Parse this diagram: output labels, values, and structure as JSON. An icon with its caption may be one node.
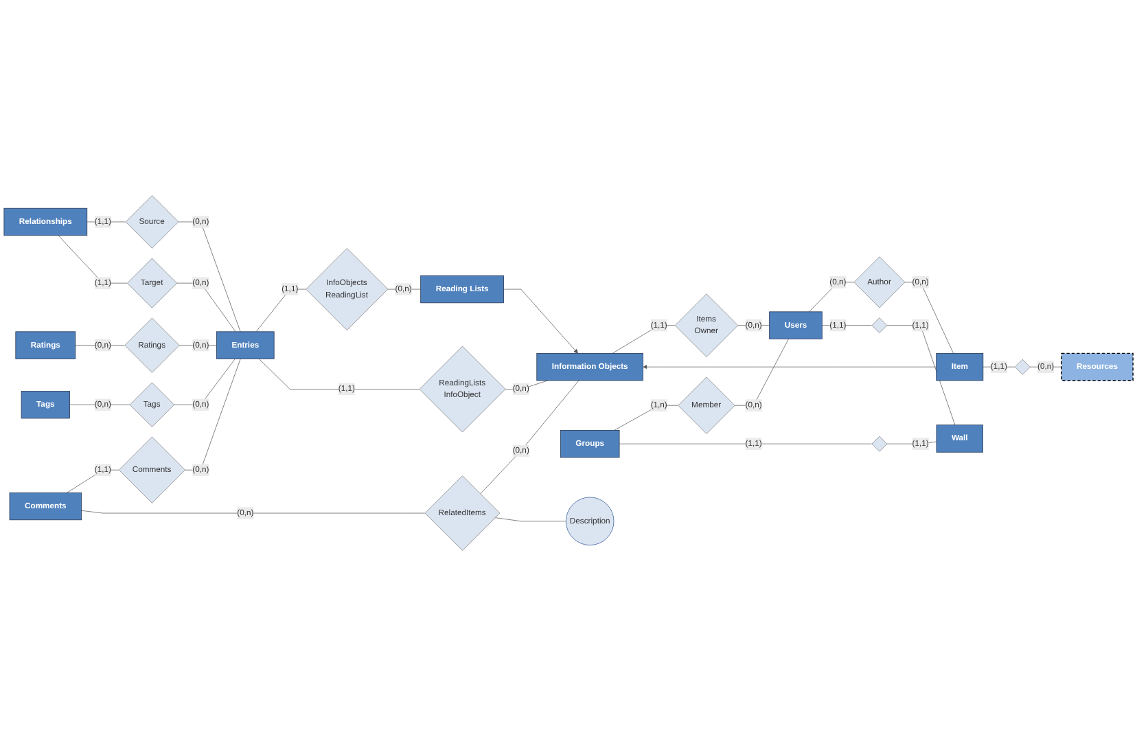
{
  "diagram": {
    "nodes": [
      {
        "text": [
          "Relationships"
        ]
      },
      {
        "text": [
          "Ratings"
        ]
      },
      {
        "text": [
          "Tags"
        ]
      },
      {
        "text": [
          "Comments"
        ]
      },
      {
        "text": [
          "Entries"
        ]
      },
      {
        "text": [
          "Reading Lists"
        ]
      },
      {
        "text": [
          "Information Objects"
        ]
      },
      {
        "text": [
          "Groups"
        ]
      },
      {
        "text": [
          "Users"
        ]
      },
      {
        "text": [
          "Item"
        ]
      },
      {
        "text": [
          "Resources"
        ]
      },
      {
        "text": [
          "Wall"
        ]
      },
      {
        "text": [
          "Source"
        ]
      },
      {
        "text": [
          "Target"
        ]
      },
      {
        "text": [
          "Ratings"
        ]
      },
      {
        "text": [
          "Tags"
        ]
      },
      {
        "text": [
          "Comments"
        ]
      },
      {
        "text": [
          "InfoObjects",
          "ReadingList"
        ]
      },
      {
        "text": [
          "ReadingLists",
          "InfoObject"
        ]
      },
      {
        "text": [
          "RelatedItems"
        ]
      },
      {
        "text": [
          "Description"
        ]
      },
      {
        "text": [
          "Items",
          "Owner"
        ]
      },
      {
        "text": [
          "Member"
        ]
      },
      {
        "text": [
          "Author"
        ]
      },
      {
        "text": [],
        "shape": "diamond"
      },
      {
        "text": [],
        "shape": "diamond"
      },
      {
        "text": [],
        "shape": "diamond"
      }
    ],
    "edges": [
      {
        "from": 0,
        "to": 12,
        "arrow": "none",
        "label": "(1,1)"
      },
      {
        "from": 12,
        "to": 4,
        "arrow": "none",
        "label": "(0,n)"
      },
      {
        "from": 0,
        "to": 13,
        "arrow": "none",
        "label": "(1,1)"
      },
      {
        "from": 13,
        "to": 4,
        "arrow": "none",
        "label": "(0,n)"
      },
      {
        "from": 1,
        "to": 14,
        "arrow": "none",
        "label": "(0,n)"
      },
      {
        "from": 14,
        "to": 4,
        "arrow": "none",
        "label": "(0,n)"
      },
      {
        "from": 2,
        "to": 15,
        "arrow": "none",
        "label": "(0,n)"
      },
      {
        "from": 15,
        "to": 4,
        "arrow": "none",
        "label": "(0,n)"
      },
      {
        "from": 3,
        "to": 16,
        "arrow": "none",
        "label": "(1,1)"
      },
      {
        "from": 16,
        "to": 4,
        "arrow": "none",
        "label": "(0,n)"
      },
      {
        "from": 4,
        "to": 17,
        "arrow": "none",
        "label": "(1,1)"
      },
      {
        "from": 17,
        "to": 5,
        "arrow": "none",
        "label": "(0,n)"
      },
      {
        "from": 4,
        "to": 18,
        "arrow": "none",
        "label": "(1,1)"
      },
      {
        "from": 18,
        "to": 6,
        "arrow": "none",
        "label": "(0,n)"
      },
      {
        "from": 3,
        "to": 19,
        "arrow": "none",
        "label": "(0,n)"
      },
      {
        "from": 19,
        "to": 6,
        "arrow": "none",
        "label": "(0,n)"
      },
      {
        "from": 19,
        "to": 20,
        "arrow": "none"
      },
      {
        "from": 6,
        "to": 21,
        "arrow": "none",
        "label": "(1,1)"
      },
      {
        "from": 21,
        "to": 8,
        "arrow": "none",
        "label": "(0,n)"
      },
      {
        "from": 7,
        "to": 22,
        "arrow": "none",
        "label": "(1,n)"
      },
      {
        "from": 22,
        "to": 8,
        "arrow": "none",
        "label": "(0,n)"
      },
      {
        "from": 8,
        "to": 23,
        "arrow": "none",
        "label": "(0,n)"
      },
      {
        "from": 23,
        "to": 9,
        "arrow": "none",
        "label": "(0,n)"
      },
      {
        "from": 9,
        "to": 26,
        "arrow": "none",
        "label": "(1,1)"
      },
      {
        "from": 26,
        "to": 10,
        "arrow": "none",
        "label": "(0,n)"
      },
      {
        "from": 7,
        "to": 24,
        "arrow": "none",
        "label": "(1,1)"
      },
      {
        "from": 24,
        "to": 11,
        "arrow": "none",
        "label": "(1,1)"
      },
      {
        "from": 8,
        "to": 25,
        "arrow": "none",
        "label": "(1,1)"
      },
      {
        "from": 25,
        "to": 11,
        "arrow": "none",
        "label": "(1,1)"
      },
      {
        "from": 5,
        "to": 6,
        "arrow": "to"
      },
      {
        "from": 9,
        "to": 6,
        "arrow": "to"
      }
    ]
  }
}
